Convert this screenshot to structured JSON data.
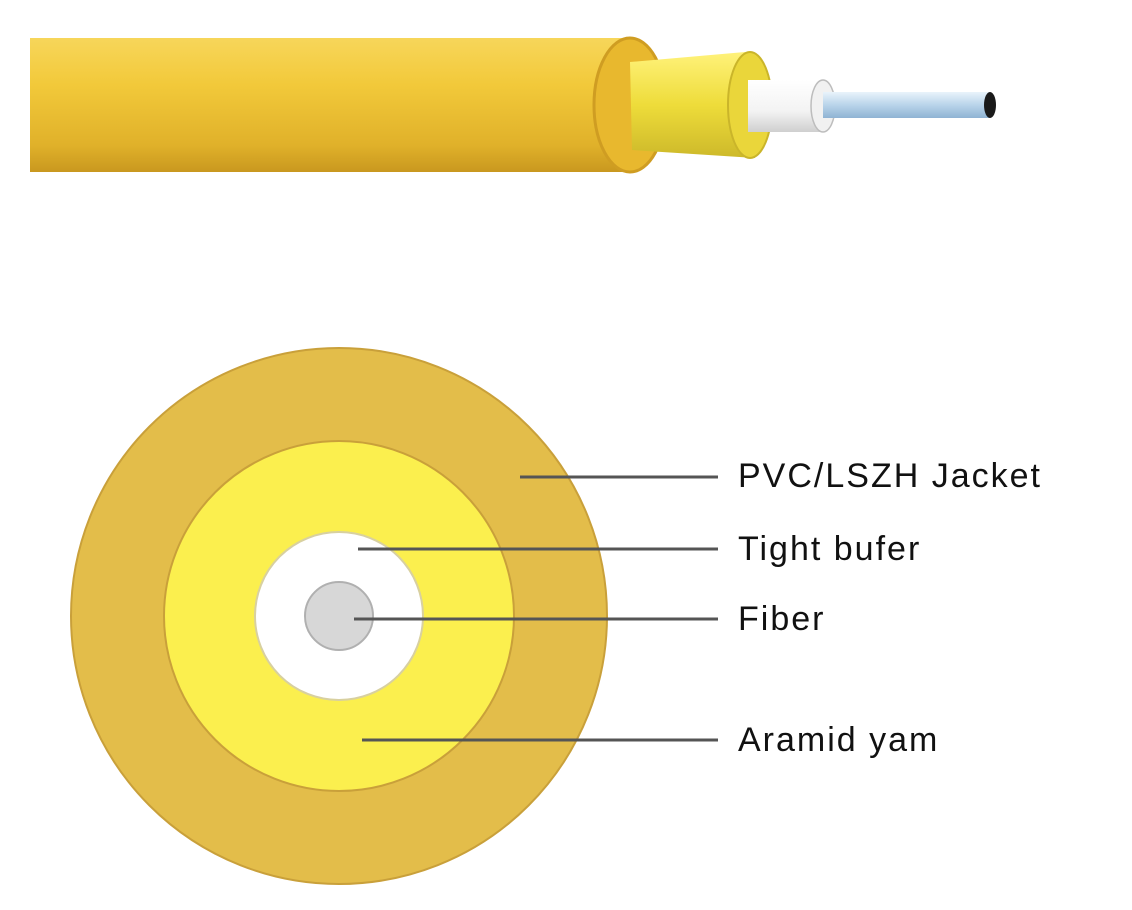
{
  "diagram": {
    "labels": {
      "jacket": "PVC/LSZH Jacket",
      "buffer": "Tight bufer",
      "fiber": "Fiber",
      "aramid": "Aramid yam"
    },
    "colors": {
      "jacket": "#e3bd4a",
      "jacket_edge": "#c9a03a",
      "aramid": "#fbef4e",
      "buffer": "#ffffff",
      "fiber": "#d7d7d7",
      "leader_line": "#555555",
      "cable_yellow": "#f0c83a",
      "fiber_glass": "#b9d4ea"
    }
  }
}
